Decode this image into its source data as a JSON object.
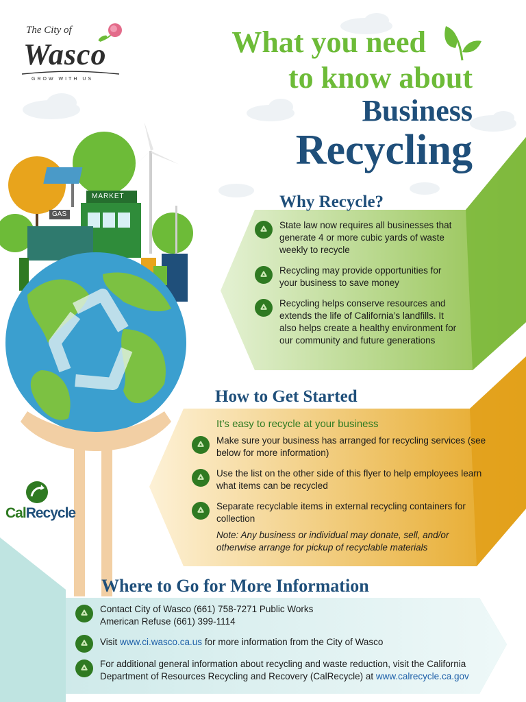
{
  "logo": {
    "top": "The City of",
    "main": "Wasco",
    "tagline": "GROW WITH US"
  },
  "headline": {
    "line1": "What you need",
    "line2": "to know about",
    "line3": "Business",
    "line4": "Recycling"
  },
  "illustration": {
    "sign_market": "MARKET",
    "sign_gas": "GAS"
  },
  "calrecycle_logo": {
    "part1": "Cal",
    "part2": "Recycle"
  },
  "why": {
    "title": "Why Recycle?",
    "items": [
      "State law now requires all businesses that generate 4 or more cubic yards of waste weekly to recycle",
      "Recycling may provide opportunities for your business to save money",
      "Recycling helps conserve resources and extends the life of California’s landfills. It also helps create a healthy environment for our community and future generations"
    ]
  },
  "start": {
    "title": "How to Get Started",
    "subtitle": "It’s easy to recycle at your business",
    "items": [
      "Make sure your business has arranged for recycling services (see below for more information)",
      "Use the list on the other side of this flyer to help employees learn what items can be recycled",
      "Separate recyclable items in external recycling containers for collection"
    ],
    "note": "Note: Any business or individual may donate, sell, and/or otherwise arrange for pickup of recyclable materials"
  },
  "more": {
    "title": "Where to Go for More Information",
    "item1_line1": "Contact City of Wasco (661) 758-7271 Public Works",
    "item1_line2": "American Refuse (661) 399-1114",
    "item2_pre": "Visit ",
    "item2_link": "www.ci.wasco.ca.us",
    "item2_post": " for more information from the City of Wasco",
    "item3_text": "For additional general information about recycling and waste reduction, visit the California Department of Resources Recycling and Recovery (CalRecycle) at ",
    "item3_link": "www.calrecycle.ca.gov"
  },
  "colors": {
    "green": "#6dbb38",
    "navy": "#1f4f7a",
    "orange": "#e8a41c",
    "teal": "#bfe4e1",
    "bullet": "#2f7a22"
  }
}
